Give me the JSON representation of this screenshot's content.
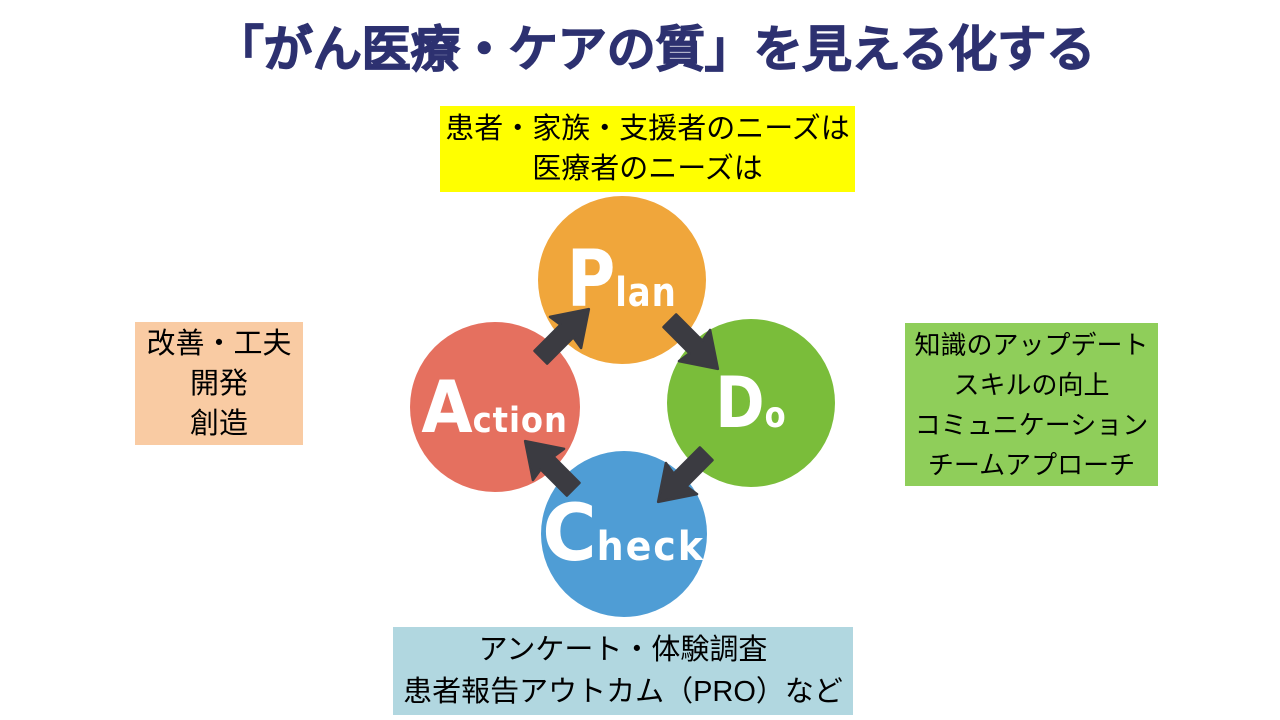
{
  "title": "「がん医療・ケアの質」を見える化する",
  "title_color": "#2D3170",
  "arrow_color": "#3B3B41",
  "boxes": {
    "needs": {
      "bg": "#FFFF00",
      "lines": [
        "患者・家族・支援者のニーズは",
        "医療者のニーズは"
      ]
    },
    "action_notes": {
      "bg": "#F9CBA3",
      "lines": [
        "改善・工夫",
        "開発",
        "創造"
      ]
    },
    "do_notes": {
      "bg": "#8FCE5A",
      "lines": [
        "知識のアップデート",
        "スキルの向上",
        "コミュニケーション",
        "チームアプローチ"
      ]
    },
    "check_notes": {
      "bg": "#B1D7E0",
      "lines": [
        "アンケート・体験調査",
        "患者報告アウトカム（PRO）など"
      ]
    }
  },
  "cycle": {
    "plan": {
      "initial": "P",
      "rest": "lan",
      "color": "#F0A63B"
    },
    "do": {
      "initial": "D",
      "rest": "o",
      "color": "#7ABD3A"
    },
    "check": {
      "initial": "C",
      "rest": "heck",
      "color": "#4F9DD5"
    },
    "action": {
      "initial": "A",
      "rest": "ction",
      "color": "#E5705F"
    }
  }
}
